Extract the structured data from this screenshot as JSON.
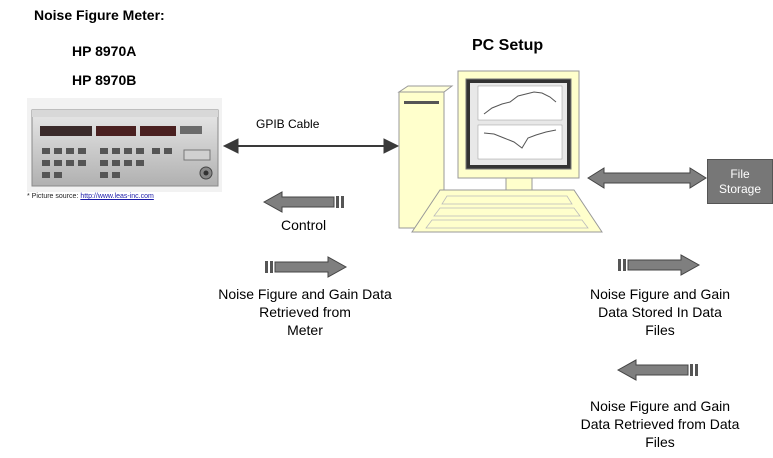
{
  "meter": {
    "title": "Noise Figure Meter:",
    "model_a": "HP 8970A",
    "model_b": "HP 8970B",
    "credit_prefix": "* Picture source: ",
    "credit_link": "http://www.leas-inc.com"
  },
  "pc": {
    "title": "PC Setup"
  },
  "links": {
    "gpib": "GPIB Cable",
    "control": "Control"
  },
  "storage": {
    "line1": "File",
    "line2": "Storage"
  },
  "captions": {
    "retrieved_meter": [
      "Noise Figure and Gain Data",
      "Retrieved from",
      "Meter"
    ],
    "stored_files": [
      "Noise Figure and Gain",
      "Data Stored In Data",
      "Files"
    ],
    "retrieved_files": [
      "Noise Figure and Gain",
      "Data Retrieved from Data",
      "Files"
    ]
  },
  "colors": {
    "arrow_fill": "#7f7f7f",
    "pc_body": "#ffffcc",
    "storage_box": "#777777",
    "meter_panel": "#c8c8c8"
  }
}
